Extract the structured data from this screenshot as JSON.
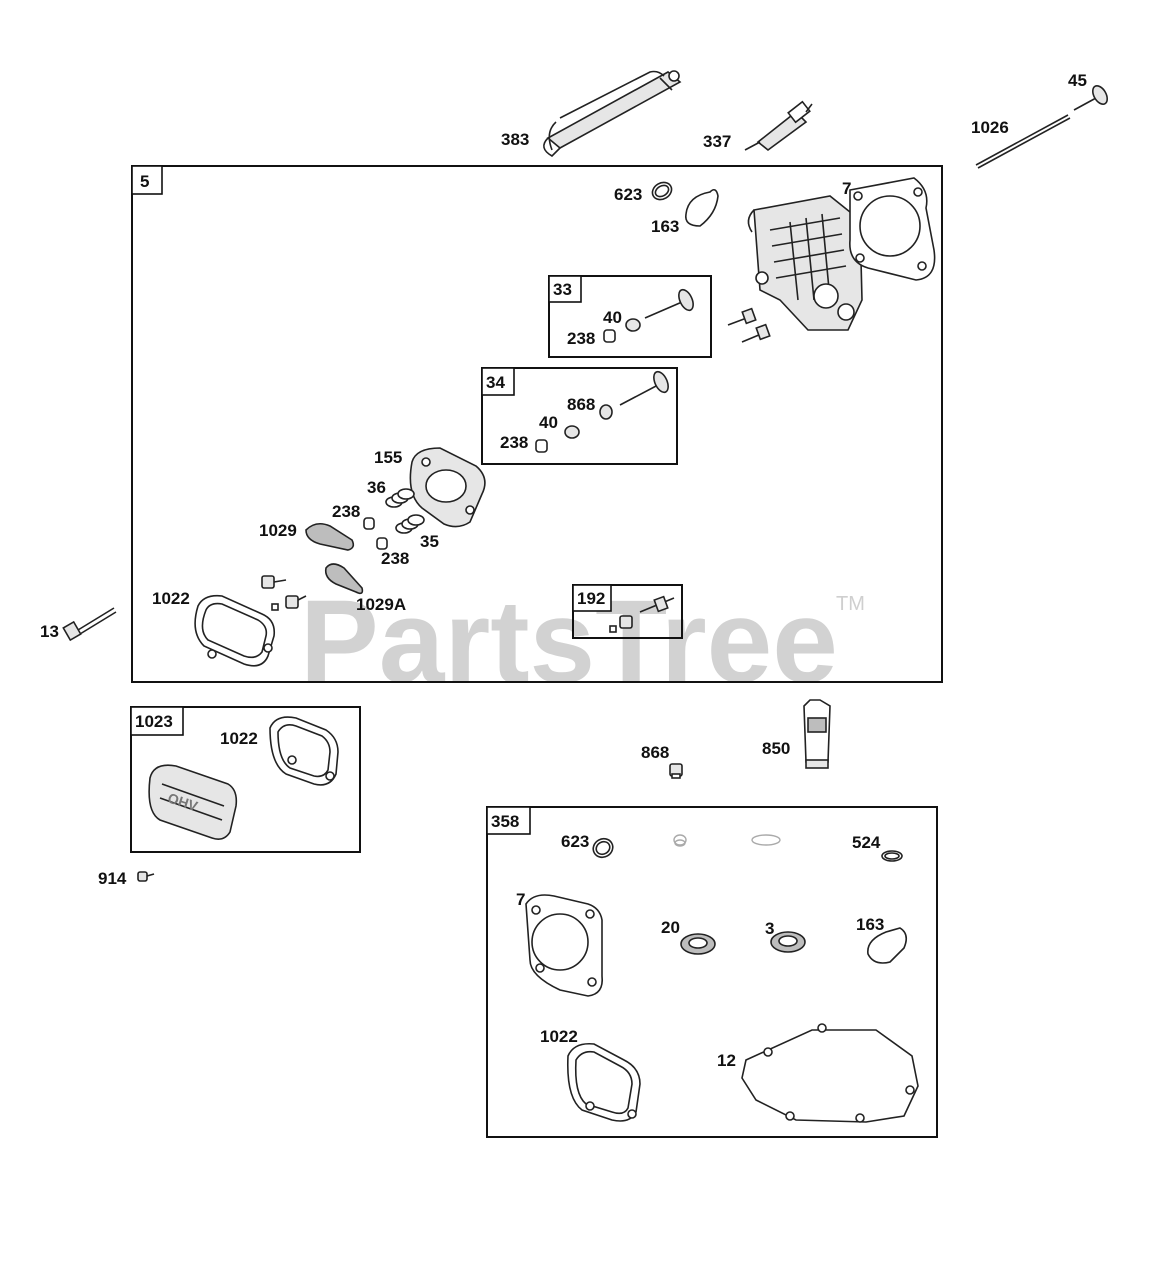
{
  "watermark": {
    "text": "PartsTree",
    "tm": "TM"
  },
  "group_boxes": {
    "b5": "5",
    "b33": "33",
    "b34": "34",
    "b192": "192",
    "b1023": "1023",
    "b358": "358"
  },
  "labels": {
    "l45": "45",
    "l383": "383",
    "l337": "337",
    "l1026": "1026",
    "l623a": "623",
    "l163a": "163",
    "l7a": "7",
    "l40a": "40",
    "l238a": "238",
    "l868a": "868",
    "l40b": "40",
    "l238b": "238",
    "l155": "155",
    "l36": "36",
    "l238c": "238",
    "l35": "35",
    "l238d": "238",
    "l1029": "1029",
    "l1029A": "1029A",
    "l1022a": "1022",
    "l13": "13",
    "l1022b": "1022",
    "l914": "914",
    "l868b": "868",
    "l850": "850",
    "l623b": "623",
    "l524": "524",
    "l7b": "7",
    "l20": "20",
    "l3": "3",
    "l163b": "163",
    "l1022c": "1022",
    "l12": "12"
  },
  "icon_names": [
    "tool-icon",
    "spark-plug-icon",
    "push-rod-icon",
    "cylinder-head-icon",
    "head-gasket-icon",
    "valve-icon",
    "spring-icon",
    "rocker-arm-icon",
    "gasket-icon",
    "bolt-icon",
    "valve-cover-icon",
    "sealant-tube-icon",
    "seal-icon",
    "o-ring-icon"
  ]
}
